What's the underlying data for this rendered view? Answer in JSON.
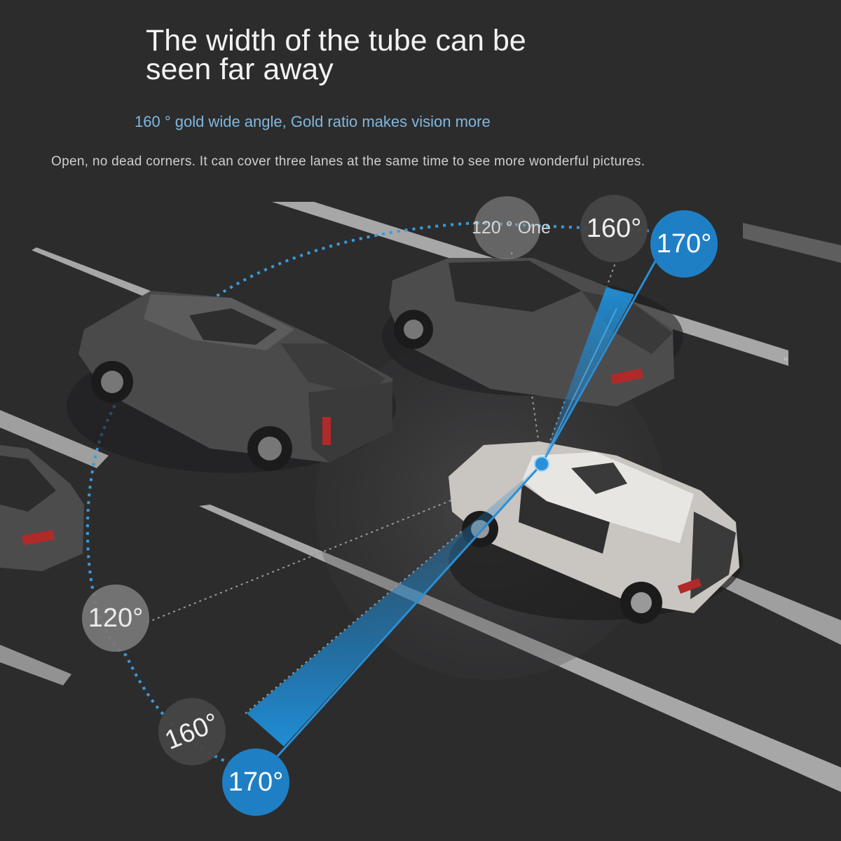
{
  "headline": {
    "line1": "The width of the tube can be",
    "line2": "seen far away"
  },
  "subheadline": "160 ° gold wide angle, Gold ratio makes vision more",
  "description": "Open, no dead corners. It can cover three lanes at the same time to see more wonderful pictures.",
  "top_labels": {
    "one_label": "120 ° One",
    "badge_160": "160°",
    "badge_170": "170°"
  },
  "left_labels": {
    "badge_120": "120°",
    "badge_160": "160°",
    "badge_170": "170°"
  },
  "degree_mark": "°",
  "colors": {
    "background": "#2c2c2d",
    "accent_blue": "#1f7fc4",
    "dotted_arc": "#3a9ad9",
    "subhead_blue": "#7fb8de"
  }
}
